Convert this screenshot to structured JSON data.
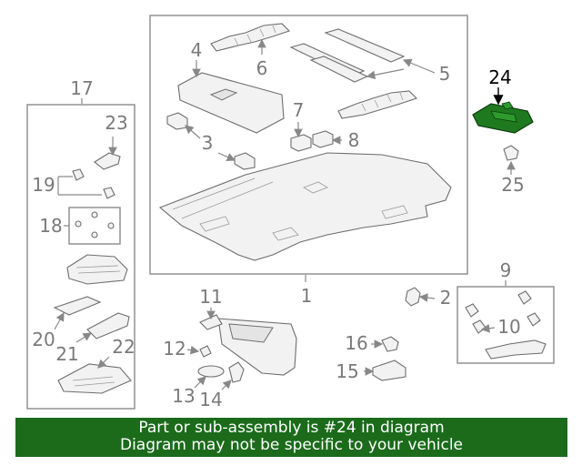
{
  "diagram": {
    "callouts": {
      "c1": "1",
      "c2": "2",
      "c3": "3",
      "c4": "4",
      "c5": "5",
      "c6": "6",
      "c7": "7",
      "c8": "8",
      "c9": "9",
      "c10": "10",
      "c11": "11",
      "c12": "12",
      "c13": "13",
      "c14": "14",
      "c15": "15",
      "c16": "16",
      "c17": "17",
      "c18": "18",
      "c19": "19",
      "c20": "20",
      "c21": "21",
      "c22": "22",
      "c23": "23",
      "c24": "24",
      "c25": "25"
    },
    "highlighted_part": "24",
    "highlight_color": "#1f7a1f"
  },
  "banner": {
    "line1": "Part or sub-assembly is #24 in diagram",
    "line2": "Diagram may not be specific to your vehicle",
    "background": "#1b6b1b"
  }
}
